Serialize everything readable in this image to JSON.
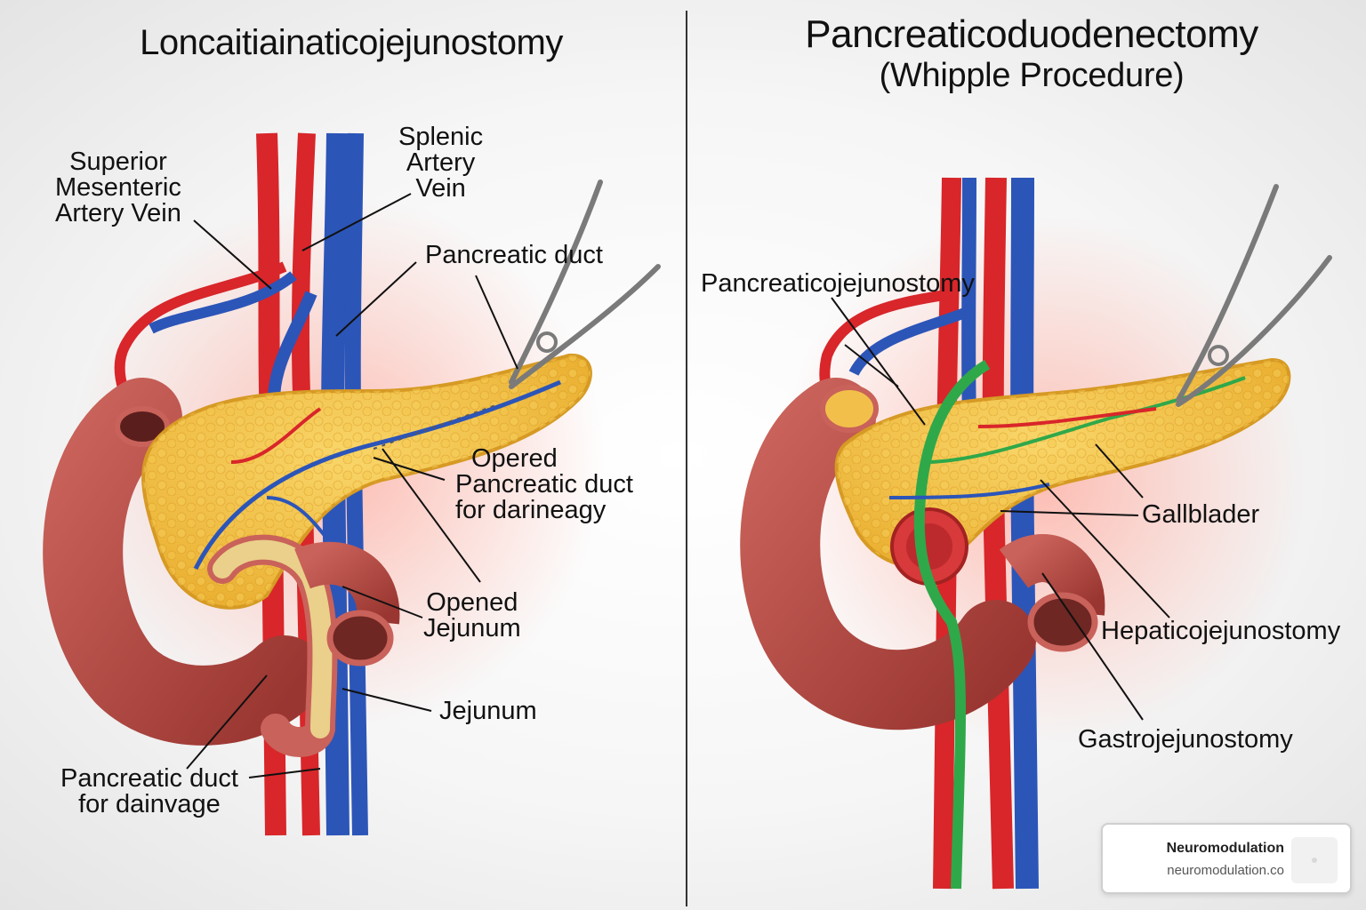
{
  "left_panel": {
    "title": "Loncaitiainaticojejunostomy",
    "labels": {
      "superior_mesenteric": [
        "Superior",
        "Mesenteric",
        "Artery Vein"
      ],
      "splenic": [
        "Splenic",
        "Artery",
        "Vein"
      ],
      "pancreatic_duct": "Pancreatic duct",
      "opened_pancreatic_duct": [
        "Opered",
        "Pancreatic duct",
        "for darineagy"
      ],
      "opened_jejunum": [
        "Opened",
        "Jejunum"
      ],
      "jejunum": "Jejunum",
      "duct_drainage": [
        "Pancreatic duct",
        "for dainvage"
      ]
    }
  },
  "right_panel": {
    "title": "Pancreaticoduodenectomy",
    "subtitle": "(Whipple Procedure)",
    "labels": {
      "pancreaticojejunostomy": "Pancreaticojejunostomy",
      "gallbladder": "Gallblader",
      "hepaticojejunostomy": "Hepaticojejunostomy",
      "gastrojejunostomy": "Gastrojejunostomy"
    }
  },
  "badge": {
    "name": "Neuromodulation",
    "url": "neuromodulation.co"
  },
  "colors": {
    "artery": "#d8262a",
    "vein": "#2c55b8",
    "bile_duct": "#2fa84a",
    "pancreas": "#f2c04a",
    "intestine": "#b5463f",
    "jejunum_tube": "#ead08a",
    "glow": "#ff9a8a"
  }
}
